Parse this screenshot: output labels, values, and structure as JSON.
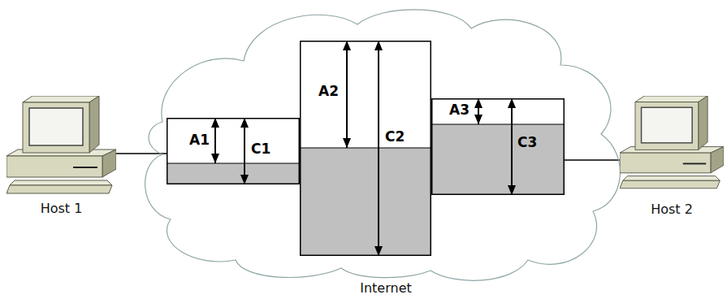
{
  "diagram": {
    "nodes": [
      {
        "text": [
          "Host 1"
        ]
      },
      {
        "text": [
          "Internet"
        ]
      },
      {
        "text": [
          "A1",
          "C1"
        ],
        "in": 1
      },
      {
        "text": [
          "A2",
          "C2"
        ],
        "in": 1
      },
      {
        "text": [
          "A3",
          "C3"
        ],
        "in": 1
      },
      {
        "text": [
          "Host 2"
        ]
      }
    ],
    "edges": [
      {
        "from": 0,
        "to": 2,
        "arrow": "none"
      },
      {
        "from": 4,
        "to": 5,
        "arrow": "none"
      }
    ]
  }
}
